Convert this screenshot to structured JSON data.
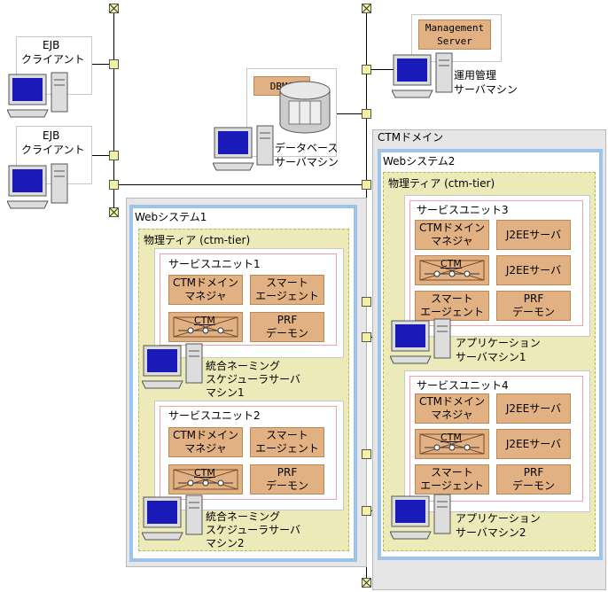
{
  "colors": {
    "component_fill": "#e2b183",
    "tier_fill": "#ebeab8",
    "web_border": "#9cc3ea",
    "domain_fill": "#e6e6e6",
    "unit_border": "#f0a0a8",
    "node_fill": "#f4f2a0"
  },
  "labels": {
    "ejb_client_1": [
      "EJB",
      "クライアント"
    ],
    "ejb_client_2": [
      "EJB",
      "クライアント"
    ],
    "dbms": "DBMS",
    "db_machine": [
      "データベース",
      "サーバマシン"
    ],
    "mgmt_server": [
      "Management",
      "Server"
    ],
    "ops_machine": [
      "運用管理",
      "サーバマシン"
    ],
    "ctm_domain": "CTMドメイン",
    "web1": "Webシステム1",
    "web2": "Webシステム2",
    "tier1": "物理ティア (ctm-tier)",
    "tier2": "物理ティア (ctm-tier)",
    "su1": "サービスユニット1",
    "su2": "サービスユニット2",
    "su3": "サービスユニット3",
    "su4": "サービスユニット4",
    "ctm_domain_mgr": [
      "CTMドメイン",
      "マネジャ"
    ],
    "smart_agent": [
      "スマート",
      "エージェント"
    ],
    "ctm": "CTM",
    "prf": [
      "PRF",
      "デーモン"
    ],
    "j2ee": "J2EEサーバ",
    "naming1": [
      "統合ネーミング",
      "スケジューラサーバ",
      "マシン1"
    ],
    "naming2": [
      "統合ネーミング",
      "スケジューラサーバ",
      "マシン2"
    ],
    "app1": [
      "アプリケーション",
      "サーバマシン1"
    ],
    "app2": [
      "アプリケーション",
      "サーバマシン2"
    ]
  }
}
